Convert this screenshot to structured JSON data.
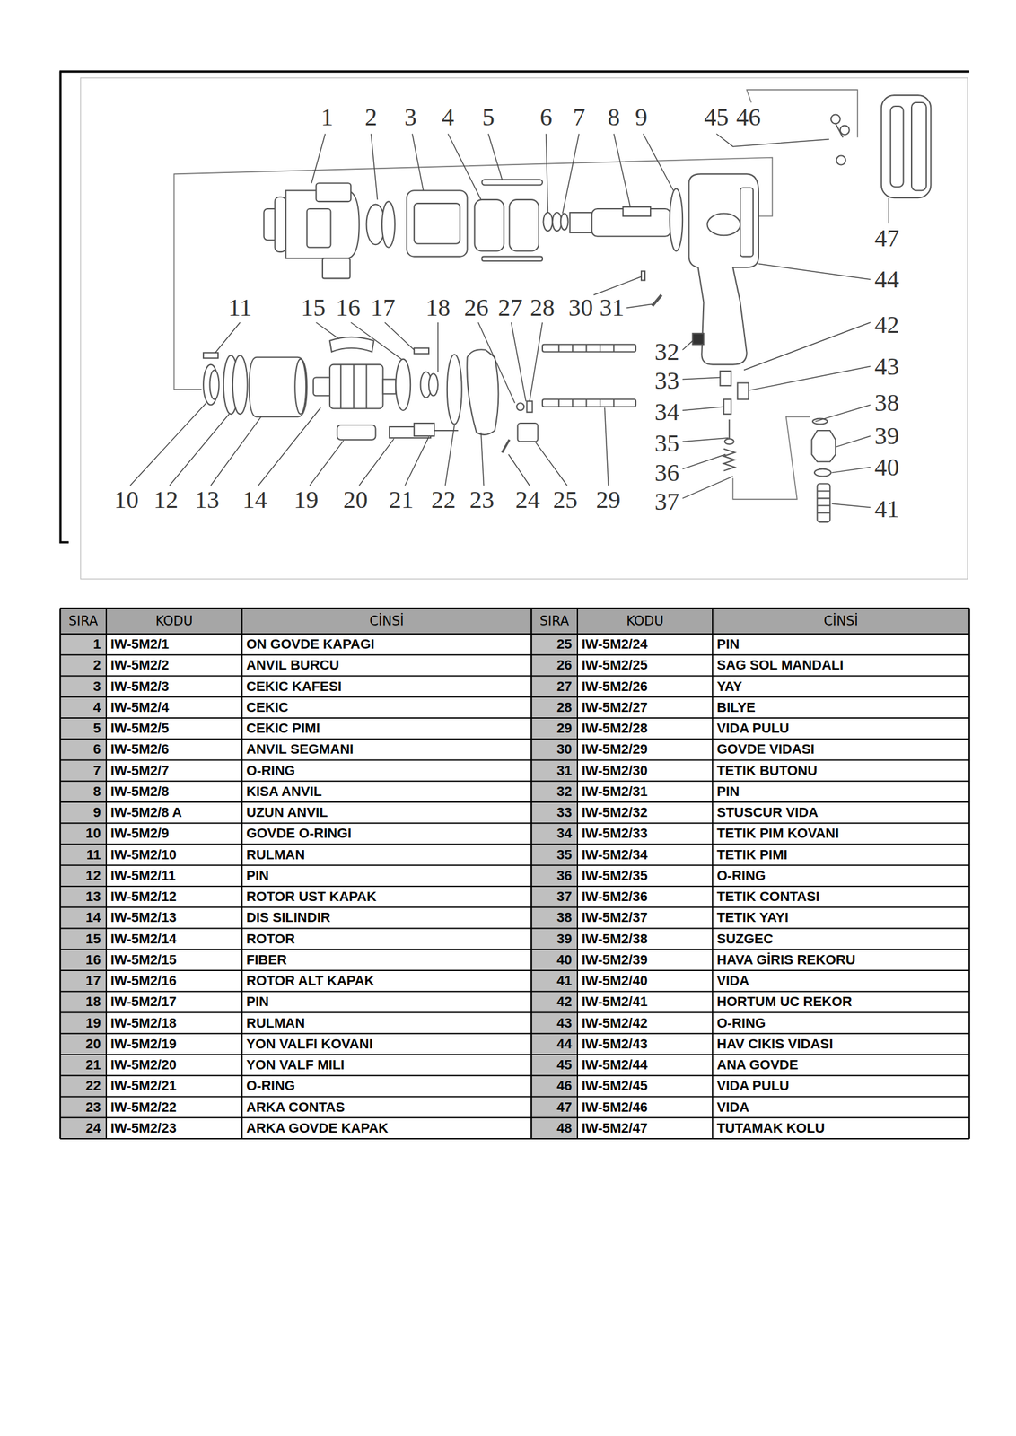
{
  "diagram": {
    "labels": [
      "1",
      "2",
      "3",
      "4",
      "5",
      "6",
      "7",
      "8",
      "9",
      "45",
      "46",
      "47",
      "44",
      "11",
      "15",
      "16",
      "17",
      "18",
      "26",
      "27",
      "28",
      "30",
      "31",
      "42",
      "32",
      "43",
      "33",
      "38",
      "34",
      "39",
      "35",
      "40",
      "36",
      "37",
      "41",
      "10",
      "12",
      "13",
      "14",
      "19",
      "20",
      "21",
      "22",
      "23",
      "24",
      "25",
      "29",
      "SIRA",
      "KODU",
      "CİNSİ",
      "SIRA",
      "KODU",
      "CİNSİ",
      "1",
      "IW-5M2/1",
      "ON GOVDE KAPAGI",
      "25",
      "IW-5M2/24",
      "PIN",
      "2",
      "IW-5M2/2",
      "ANVIL BURCU",
      "26",
      "IW-5M2/25",
      "SAG SOL MANDALI",
      "3",
      "IW-5M2/3",
      "CEKIC KAFESI",
      "27",
      "IW-5M2/26",
      "YAY",
      "4",
      "IW-5M2/4",
      "CEKIC",
      "28",
      "IW-5M2/27",
      "BILYE",
      "5",
      "IW-5M2/5",
      "CEKIC PIMI",
      "29",
      "IW-5M2/28",
      "VIDA PULU",
      "6",
      "IW-5M2/6",
      "ANVIL SEGMANI",
      "30",
      "IW-5M2/29",
      "GOVDE VIDASI",
      "7",
      "IW-5M2/7",
      "O-RING",
      "31",
      "IW-5M2/30",
      "TETIK BUTONU",
      "8",
      "IW-5M2/8",
      "KISA ANVIL",
      "32",
      "IW-5M2/31",
      "PIN",
      "9",
      "IW-5M2/8 A",
      "UZUN ANVIL",
      "33",
      "IW-5M2/32",
      "STUSCUR VIDA",
      "10",
      "IW-5M2/9",
      "GOVDE O-RINGI",
      "34",
      "IW-5M2/33",
      "TETIK PIM KOVANI",
      "11",
      "IW-5M2/10",
      "RULMAN",
      "35",
      "IW-5M2/34",
      "TETIK PIMI",
      "12",
      "IW-5M2/11",
      "PIN",
      "36",
      "IW-5M2/35",
      "O-RING",
      "13",
      "IW-5M2/12",
      "ROTOR UST KAPAK",
      "37",
      "IW-5M2/36",
      "TETIK CONTASI",
      "14",
      "IW-5M2/13",
      "DIS SILINDIR",
      "38",
      "IW-5M2/37",
      "TETIK YAYI",
      "15",
      "IW-5M2/14",
      "ROTOR",
      "39",
      "IW-5M2/38",
      "SUZGEC",
      "16",
      "IW-5M2/15",
      "FIBER",
      "40",
      "IW-5M2/39",
      "HAVA GİRIS REKORU",
      "17",
      "IW-5M2/16",
      "ROTOR ALT KAPAK",
      "41",
      "IW-5M2/40",
      "VIDA",
      "18",
      "IW-5M2/17",
      "PIN",
      "42",
      "IW-5M2/41",
      "HORTUM UC REKOR",
      "19",
      "IW-5M2/18",
      "RULMAN",
      "43",
      "IW-5M2/42",
      "O-RING",
      "20",
      "IW-5M2/19",
      "YON VALFI KOVANI",
      "44",
      "IW-5M2/43",
      "HAV CIKIS VIDASI",
      "21",
      "IW-5M2/20",
      "YON VALF MILI",
      "45",
      "IW-5M2/44",
      "ANA GOVDE",
      "22",
      "IW-5M2/21",
      "O-RING",
      "46",
      "IW-5M2/45",
      "VIDA PULU",
      "23",
      "IW-5M2/22",
      "ARKA CONTAS",
      "47",
      "IW-5M2/46",
      "VIDA",
      "24",
      "IW-5M2/23",
      "ARKA GOVDE KAPAK",
      "48",
      "IW-5M2/47",
      "TUTAMAK KOLU"
    ]
  }
}
